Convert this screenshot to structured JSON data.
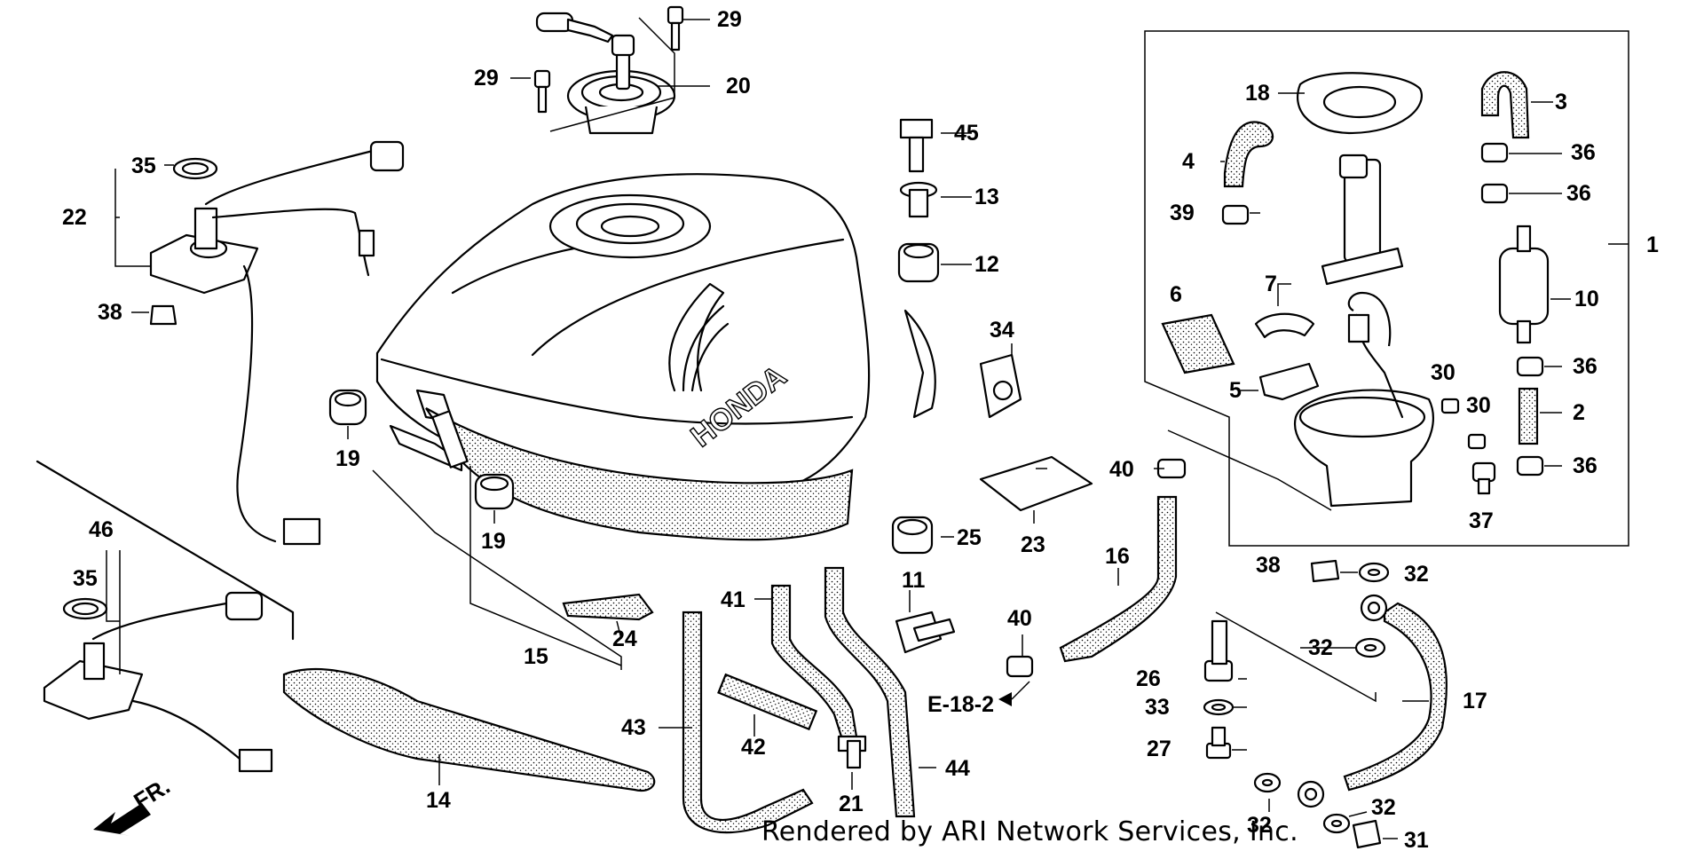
{
  "parts": [
    {
      "n": "1"
    },
    {
      "n": "2"
    },
    {
      "n": "3"
    },
    {
      "n": "4"
    },
    {
      "n": "5"
    },
    {
      "n": "6"
    },
    {
      "n": "7"
    },
    {
      "n": "10"
    },
    {
      "n": "11"
    },
    {
      "n": "12"
    },
    {
      "n": "13"
    },
    {
      "n": "14"
    },
    {
      "n": "15"
    },
    {
      "n": "16"
    },
    {
      "n": "17"
    },
    {
      "n": "18"
    },
    {
      "n": "19"
    },
    {
      "n": "19"
    },
    {
      "n": "20"
    },
    {
      "n": "21"
    },
    {
      "n": "22"
    },
    {
      "n": "23"
    },
    {
      "n": "24"
    },
    {
      "n": "25"
    },
    {
      "n": "26"
    },
    {
      "n": "27"
    },
    {
      "n": "29"
    },
    {
      "n": "29"
    },
    {
      "n": "30"
    },
    {
      "n": "30"
    },
    {
      "n": "31"
    },
    {
      "n": "32"
    },
    {
      "n": "32"
    },
    {
      "n": "32"
    },
    {
      "n": "32"
    },
    {
      "n": "32"
    },
    {
      "n": "33"
    },
    {
      "n": "34"
    },
    {
      "n": "35"
    },
    {
      "n": "35"
    },
    {
      "n": "36"
    },
    {
      "n": "36"
    },
    {
      "n": "36"
    },
    {
      "n": "36"
    },
    {
      "n": "37"
    },
    {
      "n": "38"
    },
    {
      "n": "38"
    },
    {
      "n": "39"
    },
    {
      "n": "40"
    },
    {
      "n": "40"
    },
    {
      "n": "41"
    },
    {
      "n": "42"
    },
    {
      "n": "43"
    },
    {
      "n": "44"
    },
    {
      "n": "45"
    },
    {
      "n": "46"
    }
  ],
  "reference_label": "E-18-2",
  "direction_label": "FR.",
  "tank_brand": "HONDA",
  "footer_text": "Rendered by ARI Network Services, Inc."
}
